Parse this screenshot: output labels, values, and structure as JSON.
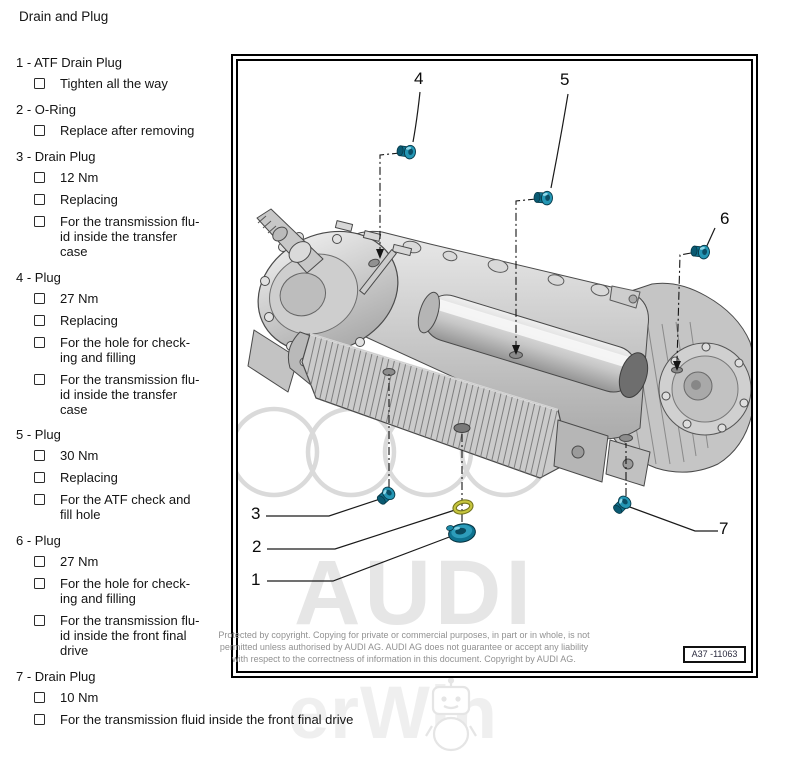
{
  "page": {
    "title": "Drain and Plug"
  },
  "legend": {
    "separator": " - ",
    "items": [
      {
        "num": "1",
        "label": "ATF Drain Plug",
        "notes": [
          [
            "Tighten all the way"
          ]
        ]
      },
      {
        "num": "2",
        "label": "O-Ring",
        "notes": [
          [
            "Replace after removing"
          ]
        ]
      },
      {
        "num": "3",
        "label": "Drain Plug",
        "notes": [
          [
            "12 Nm"
          ],
          [
            "Replacing"
          ],
          [
            "For the transmission flu-",
            "id inside the transfer",
            "case"
          ]
        ]
      },
      {
        "num": "4",
        "label": "Plug",
        "notes": [
          [
            "27 Nm"
          ],
          [
            "Replacing"
          ],
          [
            "For the hole for check-",
            "ing and filling"
          ],
          [
            "For the transmission flu-",
            "id inside the transfer",
            "case"
          ]
        ]
      },
      {
        "num": "5",
        "label": "Plug",
        "notes": [
          [
            "30 Nm"
          ],
          [
            "Replacing"
          ],
          [
            "For the ATF check and",
            "fill hole"
          ]
        ]
      },
      {
        "num": "6",
        "label": "Plug",
        "notes": [
          [
            "27 Nm"
          ],
          [
            "For the hole for check-",
            "ing and filling"
          ],
          [
            "For the transmission flu-",
            "id inside the front final",
            "drive"
          ]
        ]
      },
      {
        "num": "7",
        "label": "Drain Plug",
        "notes": [
          [
            "10 Nm"
          ],
          [
            "For the transmission fluid inside the front final drive"
          ]
        ]
      }
    ]
  },
  "figure": {
    "callouts": [
      {
        "n": "1"
      },
      {
        "n": "2"
      },
      {
        "n": "3"
      },
      {
        "n": "4"
      },
      {
        "n": "5"
      },
      {
        "n": "6"
      },
      {
        "n": "7"
      }
    ],
    "drawing_label": "A37 -11063",
    "copyright_lines": [
      "Protected by copyright. Copying for private or commercial purposes, in part or in whole, is not",
      "permitted unless authorised by AUDI AG. AUDI AG does not guarantee or accept any liability",
      "with respect to the correctness of information in this document. Copyright by AUDI AG."
    ]
  },
  "watermarks": {
    "audi_logo": "AUDI",
    "erwin": "erWin"
  },
  "colors": {
    "plug_teal": "#11809e",
    "oring_yellow": "#c6c53e",
    "watermark_gray": "#dadada",
    "copyright_gray": "#919191"
  }
}
